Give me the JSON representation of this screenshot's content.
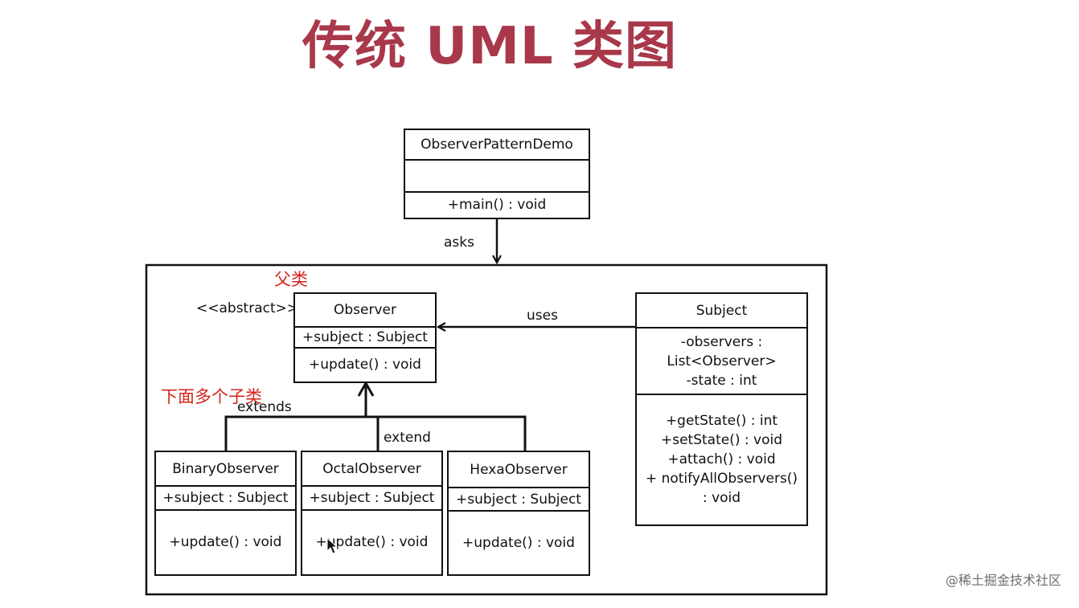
{
  "title": "传统 UML 类图",
  "watermark": "@稀土掘金技术社区",
  "annotations": {
    "parent": "父类",
    "children": "下面多个子类"
  },
  "labels": {
    "asks": "asks",
    "uses": "uses",
    "extends": "extends",
    "extend": "extend",
    "abstract": "<<abstract>>"
  },
  "classes": {
    "demo": {
      "name": "ObserverPatternDemo",
      "attrs": [],
      "methods": [
        "+main() : void"
      ]
    },
    "observer": {
      "name": "Observer",
      "attrs": [
        "+subject : Subject"
      ],
      "methods": [
        "+update() : void"
      ]
    },
    "subject": {
      "name": "Subject",
      "attrs": [
        "-observers :",
        "List<Observer>",
        "-state : int"
      ],
      "methods": [
        "+getState() : int",
        "+setState() : void",
        "+attach() : void",
        "+ notifyAllObservers()",
        ": void"
      ]
    },
    "binary": {
      "name": "BinaryObserver",
      "attrs": [
        "+subject : Subject"
      ],
      "methods": [
        "+update() : void"
      ]
    },
    "octal": {
      "name": "OctalObserver",
      "attrs": [
        "+subject : Subject"
      ],
      "methods": [
        "+update() : void"
      ]
    },
    "hexa": {
      "name": "HexaObserver",
      "attrs": [
        "+subject : Subject"
      ],
      "methods": [
        "+update() : void"
      ]
    }
  }
}
